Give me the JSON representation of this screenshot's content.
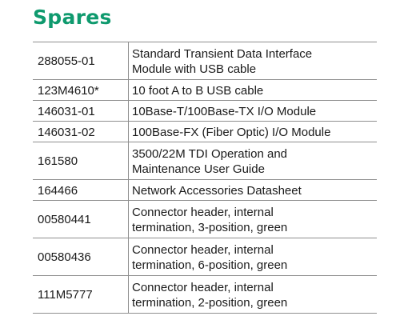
{
  "heading": "Spares",
  "accent_color": "#0f9a6e",
  "rows": [
    {
      "part": "288055-01",
      "desc": [
        "Standard Transient Data Interface",
        "Module with USB cable"
      ]
    },
    {
      "part": "123M4610*",
      "desc": [
        "10 foot A to B USB cable"
      ]
    },
    {
      "part": "146031-01",
      "desc": [
        "10Base-T/100Base-TX I/O Module"
      ]
    },
    {
      "part": "146031-02",
      "desc": [
        "100Base-FX (Fiber Optic) I/O Module"
      ]
    },
    {
      "part": "161580",
      "desc": [
        "3500/22M TDI Operation and",
        "Maintenance User Guide"
      ]
    },
    {
      "part": "164466",
      "desc": [
        "Network Accessories Datasheet"
      ]
    },
    {
      "part": "00580441",
      "desc": [
        "Connector header, internal",
        "termination, 3-position, green"
      ]
    },
    {
      "part": "00580436",
      "desc": [
        "Connector header, internal",
        "termination, 6-position, green"
      ]
    },
    {
      "part": "111M5777",
      "desc": [
        "Connector header, internal",
        "termination, 2-position, green"
      ]
    }
  ]
}
